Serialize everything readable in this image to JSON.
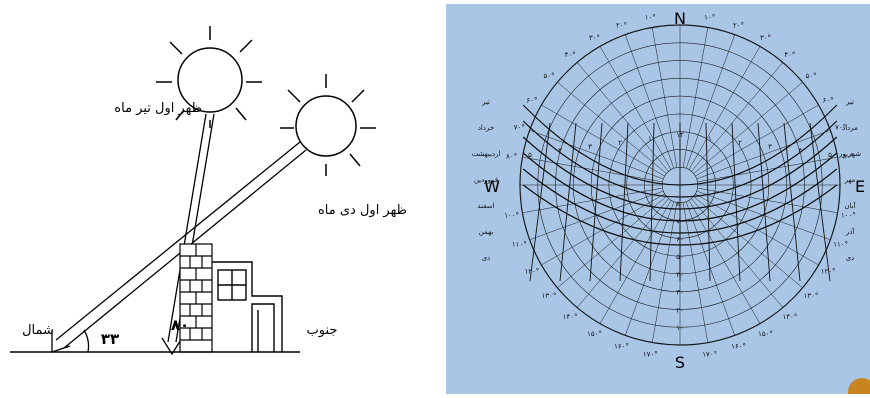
{
  "left": {
    "summer_label": "ظهر اول تیر ماه",
    "winter_label": "ظهر اول دی ماه",
    "north_label": "شمال",
    "south_label": "جنوب",
    "angle_winter": "۳۳",
    "angle_summer": "۸۰"
  },
  "chart": {
    "background": "#a9c6e6",
    "compass": {
      "n": "N",
      "s": "S",
      "e": "E",
      "w": "W"
    },
    "azimuth_labels": [
      "۱۰°",
      "۲۰°",
      "۳۰°",
      "۴۰°",
      "۵۰°",
      "۶۰°",
      "۷۰°",
      "۸۰°",
      "۱۰۰°",
      "۱۱۰°",
      "۱۲۰°",
      "۱۳۰°",
      "۱۴۰°",
      "۱۵۰°",
      "۱۶۰°",
      "۱۷۰°"
    ],
    "altitude_labels": [
      "۱۰",
      "۲۰",
      "۳۰",
      "۴۰",
      "۵۰",
      "۶۰",
      "۷۰",
      "۸۰"
    ],
    "hour_labels": [
      "۱۲",
      "۱",
      "۲",
      "۳",
      "۴",
      "۵",
      "۱",
      "۲",
      "۳",
      "۴",
      "۵"
    ],
    "months_west": [
      "تیر",
      "خرداد",
      "اردیبهشت",
      "فروردین",
      "اسفند",
      "بهمن",
      "دی"
    ],
    "months_east": [
      "تیر",
      "مرداد",
      "شهریور",
      "مهر",
      "آبان",
      "آذر",
      "دی"
    ]
  }
}
